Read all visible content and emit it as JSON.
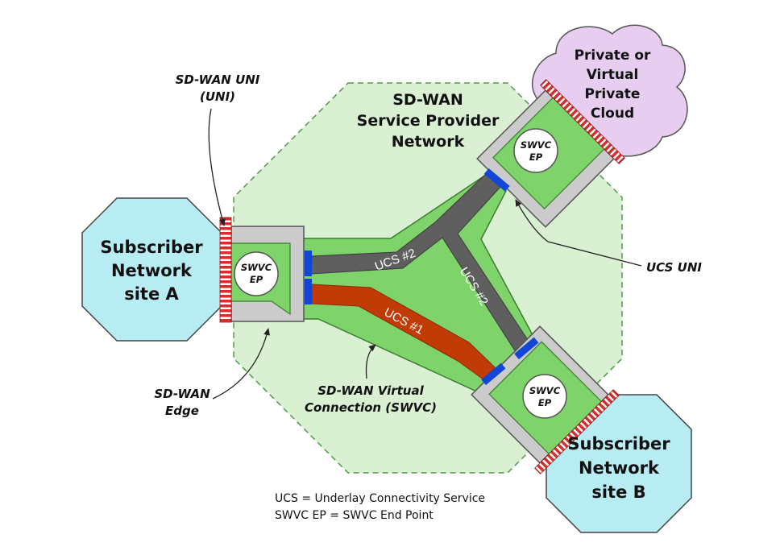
{
  "provider_network": {
    "label_lines": [
      "SD-WAN",
      "Service Provider",
      "Network"
    ]
  },
  "cloud": {
    "label_lines": [
      "Private or",
      "Virtual",
      "Private",
      "Cloud"
    ]
  },
  "site_a": {
    "label_lines": [
      "Subscriber",
      "Network",
      "site A"
    ]
  },
  "site_b": {
    "label_lines": [
      "Subscriber",
      "Network",
      "site B"
    ]
  },
  "endpoints": {
    "a": [
      "SWVC",
      "EP"
    ],
    "cloud": [
      "SWVC",
      "EP"
    ],
    "b": [
      "SWVC",
      "EP"
    ]
  },
  "paths": {
    "ucs1": "UCS #1",
    "ucs2_upper": "UCS #2",
    "ucs2_lower": "UCS #2"
  },
  "callouts": {
    "sdwan_uni": [
      "SD-WAN UNI",
      "(UNI)"
    ],
    "ucs_uni": "UCS UNI",
    "sdwan_edge": [
      "SD-WAN",
      "Edge"
    ],
    "swvc": [
      "SD-WAN Virtual",
      "Connection (SWVC)"
    ]
  },
  "legend": [
    "UCS = Underlay Connectivity Service",
    "SWVC EP = SWVC End Point"
  ],
  "colors": {
    "provider_fill": "#d9f0d3",
    "provider_stroke": "#4f9a44",
    "swvc_fill": "#7fd36b",
    "swvc_stroke": "#3c7d2e",
    "ucs1": "#c03b06",
    "ucs2": "#5f5f5f",
    "site": "#b8ecf3",
    "cloud": "#e7cdf0",
    "uni": "#d62d2d",
    "ucs_uni": "#1246d6",
    "edge": "#cbcbcb"
  }
}
